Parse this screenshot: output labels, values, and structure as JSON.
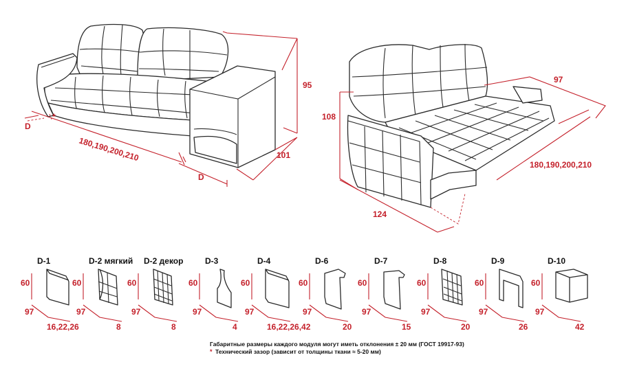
{
  "main_view": {
    "height": "95",
    "depth": "101",
    "length": "180,190,200,210",
    "armrest_left": "D",
    "armrest_right": "D",
    "gap_mark": "*"
  },
  "bed_view": {
    "height": "108",
    "depth": "97",
    "length": "180,190,200,210",
    "bed_length": "124"
  },
  "modules": [
    {
      "code": "D-1",
      "height": "60",
      "depth": "97",
      "width": "16,22,26"
    },
    {
      "code": "D-2 мягкий",
      "height": "60",
      "depth": "97",
      "width": "8"
    },
    {
      "code": "D-2 декор",
      "height": "60",
      "depth": "97",
      "width": "8"
    },
    {
      "code": "D-3",
      "height": "60",
      "depth": "97",
      "width": "4"
    },
    {
      "code": "D-4",
      "height": "60",
      "depth": "97",
      "width": "16,22,26,42"
    },
    {
      "code": "D-6",
      "height": "60",
      "depth": "97",
      "width": "20"
    },
    {
      "code": "D-7",
      "height": "60",
      "depth": "97",
      "width": "15"
    },
    {
      "code": "D-8",
      "height": "60",
      "depth": "97",
      "width": "20"
    },
    {
      "code": "D-9",
      "height": "60",
      "depth": "97",
      "width": "26"
    },
    {
      "code": "D-10",
      "height": "60",
      "depth": "97",
      "width": "42"
    }
  ],
  "footnotes": {
    "tolerance": "Габаритные размеры каждого модуля могут иметь отклонения ± 20 мм (ГОСТ 19917-93)",
    "gap_star": "*",
    "gap": "Технический зазор (зависит от толщины ткани ≈ 5-20 мм)"
  },
  "colors": {
    "dimension": "#c4202a",
    "outline": "#2a2a2a"
  }
}
